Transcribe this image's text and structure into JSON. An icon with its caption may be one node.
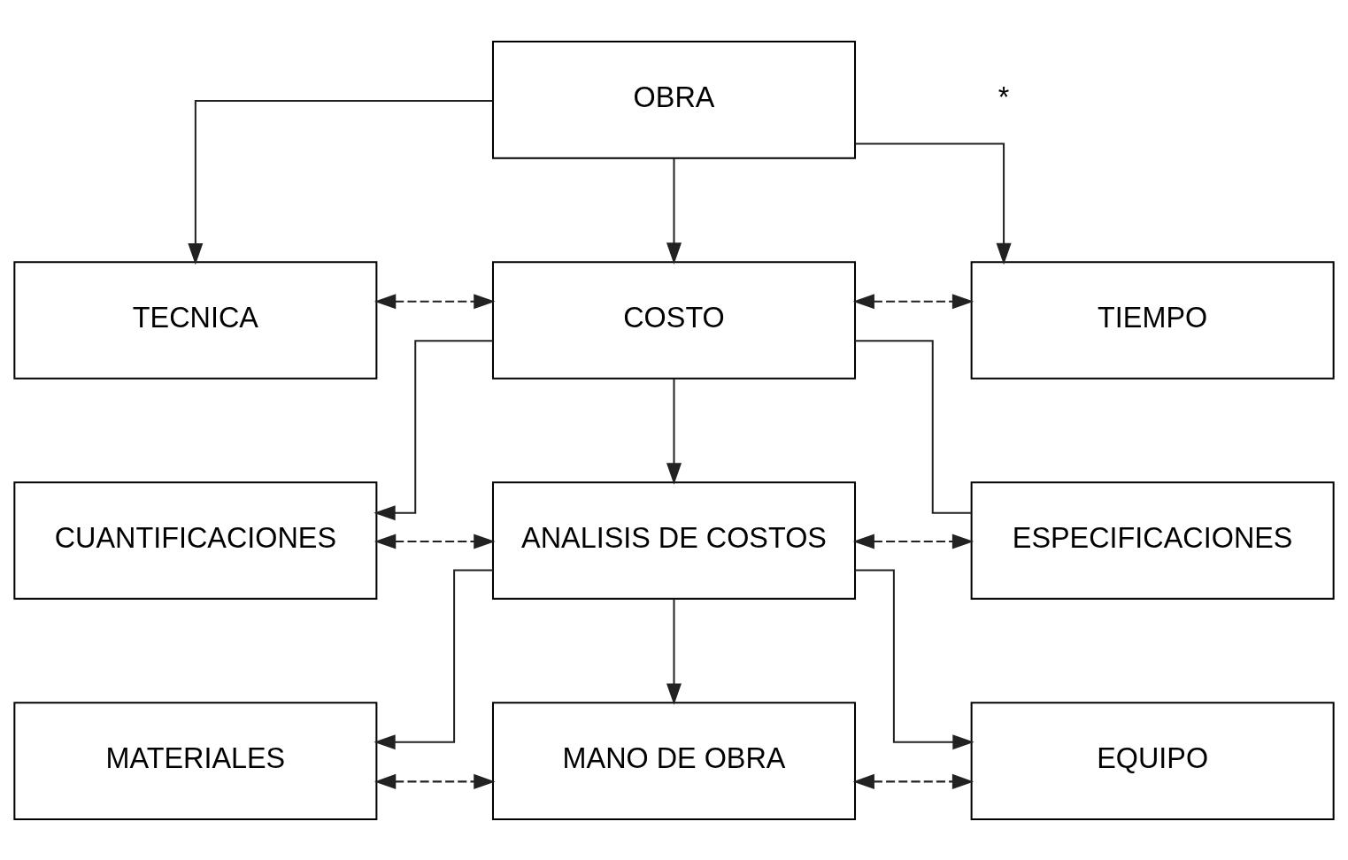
{
  "diagram": {
    "nodes": [
      {
        "text": [
          "OBRA"
        ]
      },
      {
        "text": [
          "TECNICA"
        ]
      },
      {
        "text": [
          "COSTO"
        ]
      },
      {
        "text": [
          "TIEMPO"
        ]
      },
      {
        "text": [
          "CUANTIFICACIONES"
        ]
      },
      {
        "text": [
          "ANALISIS DE COSTOS"
        ]
      },
      {
        "text": [
          "ESPECIFICACIONES"
        ]
      },
      {
        "text": [
          "MATERIALES"
        ]
      },
      {
        "text": [
          "MANO DE OBRA"
        ]
      },
      {
        "text": [
          "EQUIPO"
        ]
      }
    ],
    "edges": [
      {
        "from": 0,
        "to": 1,
        "arrow": "to"
      },
      {
        "from": 0,
        "to": 2,
        "arrow": "to"
      },
      {
        "from": 0,
        "to": 3,
        "arrow": "to"
      },
      {
        "from": 1,
        "to": 2,
        "arrow": "both",
        "style": "dashed"
      },
      {
        "from": 2,
        "to": 3,
        "arrow": "both",
        "style": "dashed"
      },
      {
        "from": 2,
        "to": 4,
        "arrow": "to"
      },
      {
        "from": 2,
        "to": 5,
        "arrow": "to"
      },
      {
        "from": 2,
        "to": 6,
        "arrow": "none"
      },
      {
        "from": 4,
        "to": 5,
        "arrow": "both",
        "style": "dashed"
      },
      {
        "from": 5,
        "to": 6,
        "arrow": "both",
        "style": "dashed"
      },
      {
        "from": 5,
        "to": 7,
        "arrow": "to"
      },
      {
        "from": 5,
        "to": 8,
        "arrow": "to"
      },
      {
        "from": 5,
        "to": 9,
        "arrow": "to"
      },
      {
        "from": 7,
        "to": 8,
        "arrow": "both",
        "style": "dashed"
      },
      {
        "from": 8,
        "to": 9,
        "arrow": "both",
        "style": "dashed"
      }
    ],
    "labels": [
      "*"
    ]
  }
}
